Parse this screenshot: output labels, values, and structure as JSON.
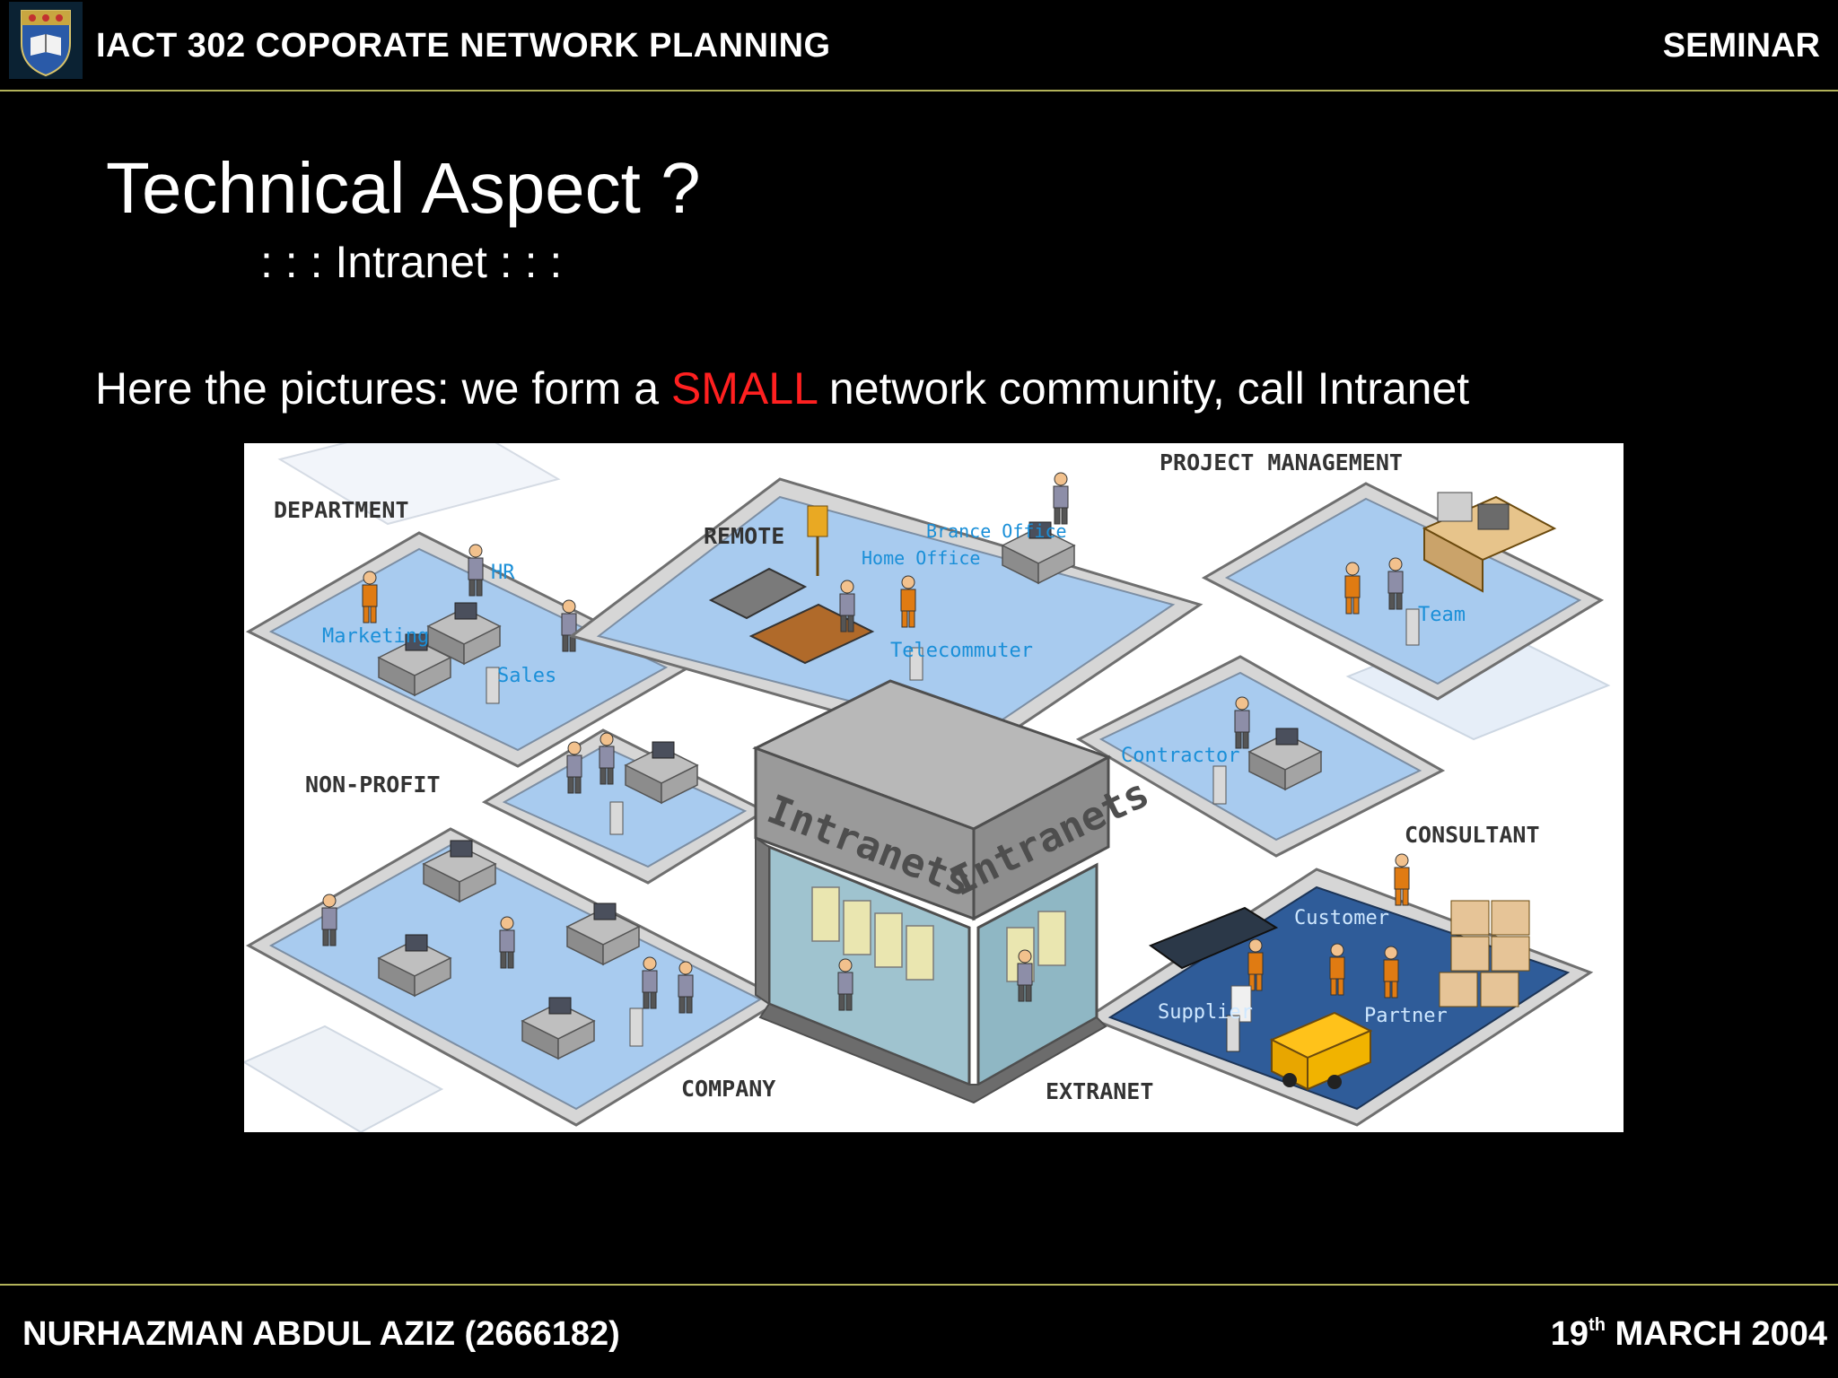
{
  "header": {
    "course_title": "IACT 302 COPORATE NETWORK PLANNING",
    "section": "SEMINAR"
  },
  "slide": {
    "title": "Technical Aspect ?",
    "subtitle": ": : : Intranet : : :",
    "body_before": "Here the pictures: we form a ",
    "body_highlight": "SMALL",
    "body_after": " network community, call Intranet"
  },
  "figure": {
    "labels": {
      "department": "DEPARTMENT",
      "remote": "REMOTE",
      "project_management": "PROJECT MANAGEMENT",
      "non_profit": "NON-PROFIT",
      "consultant": "CONSULTANT",
      "company": "COMPANY",
      "extranet": "EXTRANET",
      "hr": "HR",
      "marketing": "Marketing",
      "sales": "Sales",
      "home_office": "Home Office",
      "branch_office": "Brance Office",
      "telecommuter": "Telecommuter",
      "team": "Team",
      "contractor": "Contractor",
      "customer": "Customer",
      "supplier": "Supplier",
      "partner": "Partner",
      "intranets_left": "Intranets",
      "intranets_right": "Intranets"
    }
  },
  "footer": {
    "author": "NURHAZMAN ABDUL AZIZ (2666182)",
    "date_day": "19",
    "date_suffix": "th",
    "date_rest": " MARCH 2004"
  },
  "colors": {
    "background": "#000000",
    "rule": "#b3b35a",
    "highlight": "#ff2020",
    "floor": "#a8cbef",
    "extranet_floor": "#2f5c99"
  }
}
